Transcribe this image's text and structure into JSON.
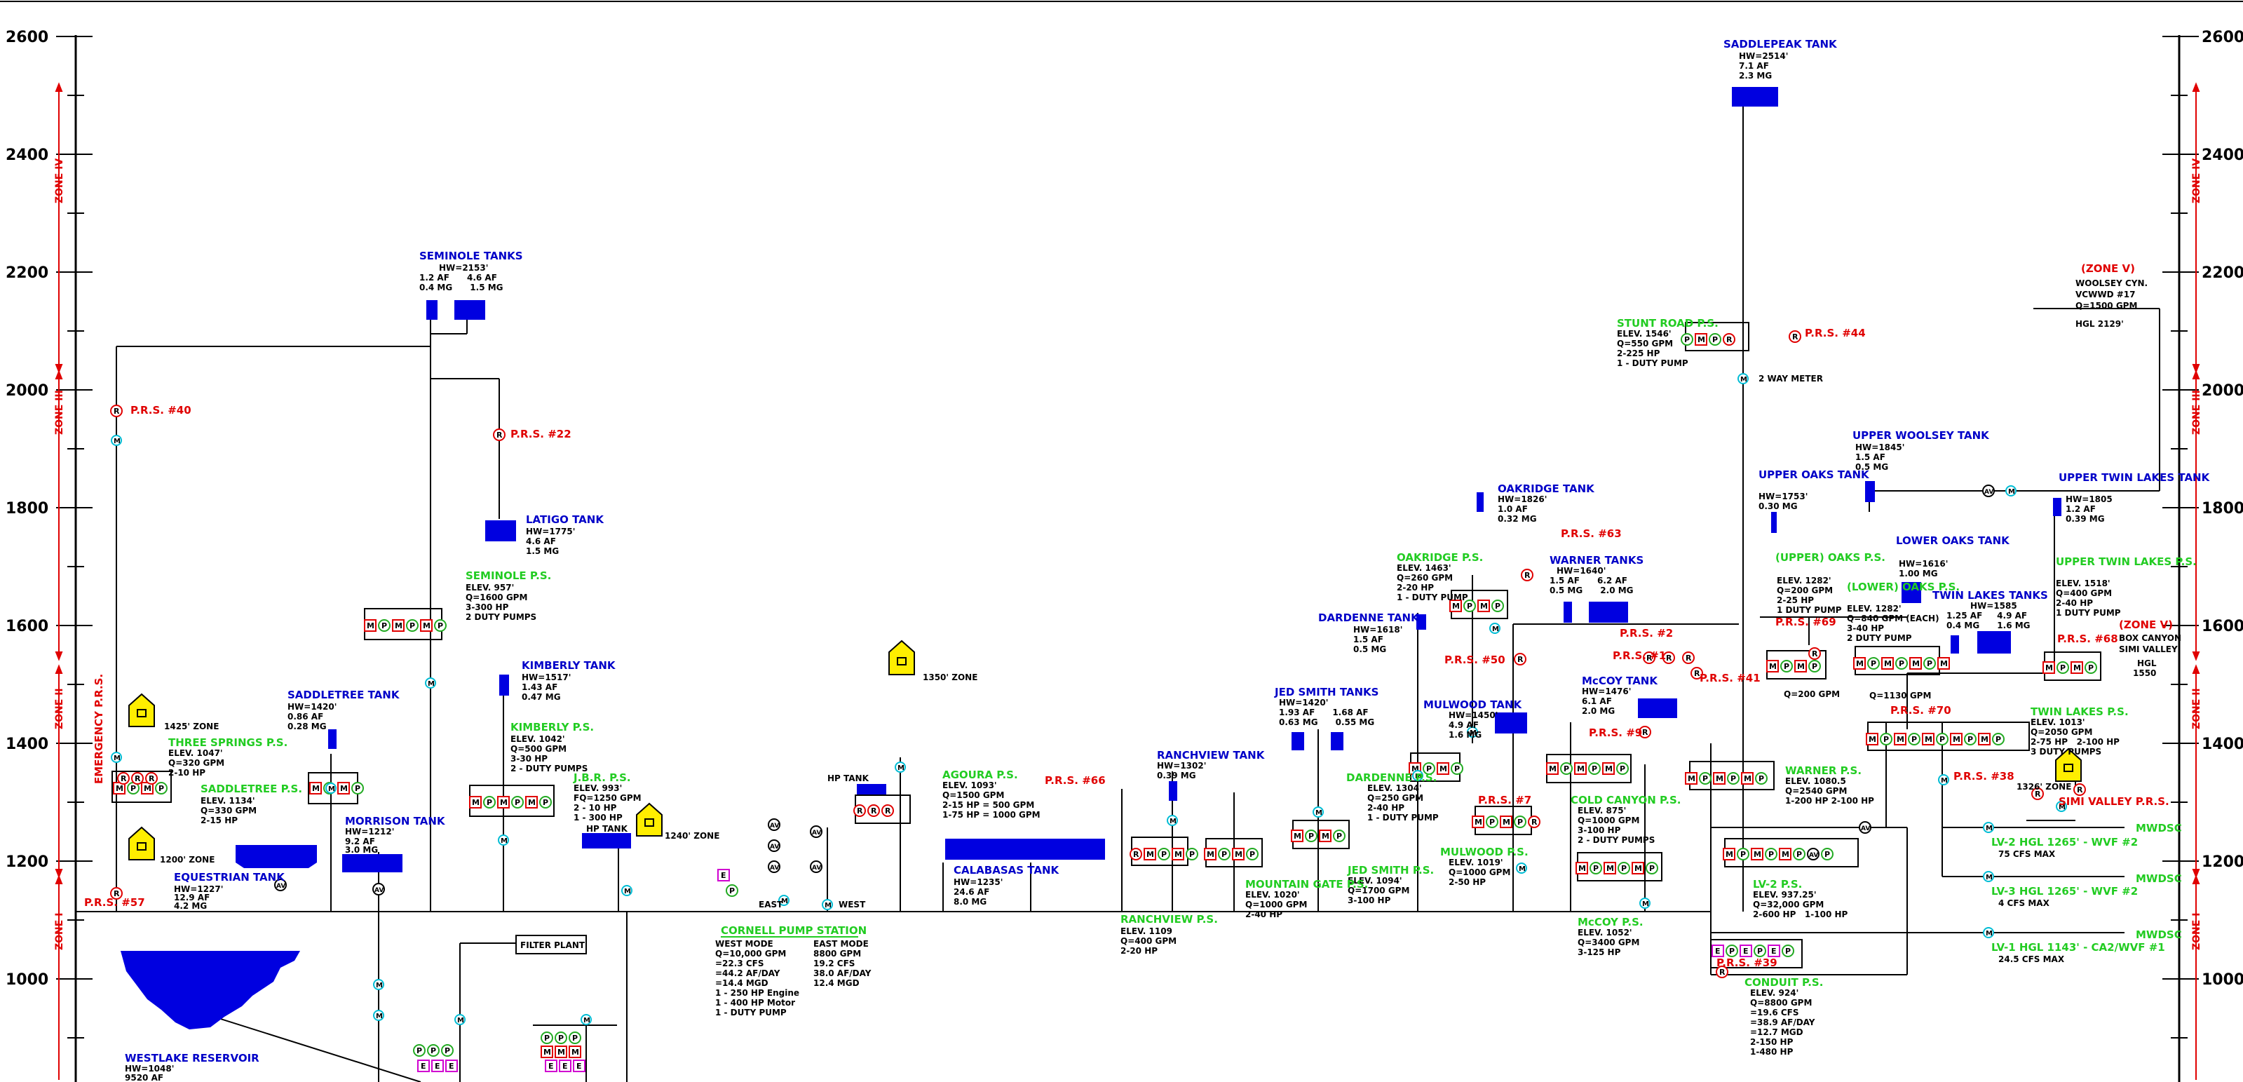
{
  "axis": {
    "elevations": [
      2600,
      2400,
      2200,
      2000,
      1800,
      1600,
      1400,
      1200,
      1000
    ],
    "zone_labels": [
      "ZONE IV",
      "ZONE III",
      "ZONE II",
      "ZONE I"
    ]
  },
  "tanks": {
    "saddlepeak": {
      "name": "SADDLEPEAK TANK",
      "l1": "HW=2514'",
      "l2": "7.1 AF",
      "l3": "2.3 MG"
    },
    "seminole": {
      "name": "SEMINOLE TANKS",
      "l1": "HW=2153'",
      "l2": "1.2 AF      4.6 AF",
      "l3": "0.4 MG      1.5 MG"
    },
    "latigo": {
      "name": "LATIGO TANK",
      "l1": "HW=1775'",
      "l2": "4.6 AF",
      "l3": "1.5 MG"
    },
    "kimberly": {
      "name": "KIMBERLY TANK",
      "l1": "HW=1517'",
      "l2": "1.43 AF",
      "l3": "0.47 MG"
    },
    "saddletree": {
      "name": "SADDLETREE TANK",
      "l1": "HW=1420'",
      "l2": "0.86 AF",
      "l3": "0.28 MG"
    },
    "morrison": {
      "name": "MORRISON TANK",
      "l1": "HW=1212'",
      "l2": "9.2 AF",
      "l3": "3.0 MG"
    },
    "equestrian": {
      "name": "EQUESTRIAN TANK",
      "l1": "HW=1227'",
      "l2": "12.9 AF",
      "l3": "4.2 MG"
    },
    "westlake": {
      "name": "WESTLAKE RESERVOIR",
      "l1": "HW=1048'",
      "l2": "9520 AF"
    },
    "ranchview": {
      "name": "RANCHVIEW TANK",
      "l1": "HW=1302'",
      "l2": "0.39 MG"
    },
    "calabasas": {
      "name": "CALABASAS TANK",
      "l1": "HW=1235'",
      "l2": "24.6 AF",
      "l3": "8.0 MG"
    },
    "jed_smith": {
      "name": "JED SMITH TANKS",
      "l1": "HW=1420'",
      "l2": "1.93 AF      1.68 AF",
      "l3": "0.63 MG      0.55 MG"
    },
    "dardenne": {
      "name": "DARDENNE TANK",
      "l1": "HW=1618'",
      "l2": "1.5 AF",
      "l3": "0.5 MG"
    },
    "oakridge": {
      "name": "OAKRIDGE TANK",
      "l1": "HW=1826'",
      "l2": "1.0 AF",
      "l3": "0.32 MG"
    },
    "warner": {
      "name": "WARNER TANKS",
      "l1": "HW=1640'",
      "l2": "1.5 AF      6.2 AF",
      "l3": "0.5 MG      2.0 MG"
    },
    "mulwood": {
      "name": "MULWOOD TANK",
      "l1": "HW=1450'",
      "l2": "4.9 AF",
      "l3": "1.6 MG"
    },
    "mccoy": {
      "name": "McCOY TANK",
      "l1": "HW=1476'",
      "l2": "6.1 AF",
      "l3": "2.0 MG"
    },
    "upper_oaks": {
      "name": "UPPER OAKS TANK",
      "l1": "HW=1753'",
      "l2": "0.30 MG"
    },
    "lower_oaks": {
      "name": "LOWER OAKS TANK",
      "l1": "HW=1616'",
      "l2": "1.00 MG"
    },
    "upper_woolsey": {
      "name": "UPPER WOOLSEY TANK",
      "l1": "HW=1845'",
      "l2": "1.5 AF",
      "l3": "0.5 MG"
    },
    "upper_twin_lakes": {
      "name": "UPPER TWIN LAKES TANK",
      "l1": "HW=1805",
      "l2": "1.2 AF",
      "l3": "0.39 MG"
    },
    "twin_lakes": {
      "name": "TWIN LAKES TANKS",
      "l1": "HW=1585",
      "l2": "1.25 AF     4.9 AF",
      "l3": "0.4 MG      1.6 MG"
    }
  },
  "pump_stations": {
    "stunt_road": {
      "name": "STUNT ROAD P.S.",
      "l1": "ELEV. 1546'",
      "l2": "Q=550 GPM",
      "l3": "2-225 HP",
      "l4": "1 - DUTY PUMP"
    },
    "seminole": {
      "name": "SEMINOLE P.S.",
      "l1": "ELEV. 957'",
      "l2": "Q=1600 GPM",
      "l3": "3-300 HP",
      "l4": "2 DUTY PUMPS"
    },
    "kimberly": {
      "name": "KIMBERLY P.S.",
      "l1": "ELEV. 1042'",
      "l2": "Q=500 GPM",
      "l3": "3-30 HP",
      "l4": "2 - DUTY PUMPS"
    },
    "three_springs": {
      "name": "THREE SPRINGS P.S.",
      "l1": "ELEV. 1047'",
      "l2": "Q=320 GPM",
      "l3": "2-10 HP"
    },
    "saddletree": {
      "name": "SADDLETREE P.S.",
      "l1": "ELEV. 1134'",
      "l2": "Q=330 GPM",
      "l3": "2-15 HP"
    },
    "jbr": {
      "name": "J.B.R. P.S.",
      "l1": "ELEV. 993'",
      "l2": "FQ=1250 GPM",
      "l3": "2 - 10 HP",
      "l4": "1 - 300 HP"
    },
    "agoura": {
      "name": "AGOURA P.S.",
      "l1": "ELEV. 1093'",
      "l2": "Q=1500 GPM",
      "l3": "2-15 HP = 500 GPM",
      "l4": "1-75 HP = 1000 GPM"
    },
    "ranchview": {
      "name": "RANCHVIEW P.S.",
      "l1": "ELEV. 1109",
      "l2": "Q=400 GPM",
      "l3": "2-20 HP"
    },
    "mountain_gate": {
      "name": "MOUNTAIN GATE P.S.",
      "l1": "ELEV. 1020'",
      "l2": "Q=1000 GPM",
      "l3": "2-40 HP"
    },
    "jed_smith": {
      "name": "JED SMITH P.S.",
      "l1": "ELEV. 1094'",
      "l2": "Q=1700 GPM",
      "l3": "3-100 HP"
    },
    "dardenne": {
      "name": "DARDENNE P.S.",
      "l1": "ELEV. 1304'",
      "l2": "Q=250 GPM",
      "l3": "2-40 HP",
      "l4": "1 - DUTY PUMP"
    },
    "oakridge": {
      "name": "OAKRIDGE P.S.",
      "l1": "ELEV. 1463'",
      "l2": "Q=260 GPM",
      "l3": "2-20 HP",
      "l4": "1 - DUTY PUMP"
    },
    "mulwood": {
      "name": "MULWOOD P.S.",
      "l1": "ELEV. 1019'",
      "l2": "Q=1000 GPM",
      "l3": "2-50 HP"
    },
    "cold_canyon": {
      "name": "COLD CANYON P.S.",
      "l1": "ELEV. 875'",
      "l2": "Q=1000 GPM",
      "l3": "3-100 HP",
      "l4": "2 - DUTY PUMPS"
    },
    "mccoy": {
      "name": "McCOY P.S.",
      "l1": "ELEV. 1052'",
      "l2": "Q=3400 GPM",
      "l3": "3-125 HP"
    },
    "upper_oaks": {
      "name": "(UPPER) OAKS P.S.",
      "l1": "ELEV. 1282'",
      "l2": "Q=200 GPM",
      "l3": "2-25 HP",
      "l4": "1 DUTY PUMP"
    },
    "lower_oaks": {
      "name": "(LOWER) OAKS P.S.",
      "l1": "ELEV. 1282'",
      "l2": "Q=840 GPM (EACH)",
      "l3": "3-40 HP",
      "l4": "2 DUTY PUMP"
    },
    "upper_twin_lakes": {
      "name": "UPPER TWIN LAKES P.S.",
      "l1": "ELEV. 1518'",
      "l2": "Q=400 GPM",
      "l3": "2-40 HP",
      "l4": "1 DUTY PUMP"
    },
    "twin_lakes": {
      "name": "TWIN LAKES P.S.",
      "l1": "ELEV. 1013'",
      "l2": "Q=2050 GPM",
      "l3": "2-75 HP   2-100 HP",
      "l4": "3 DUTY PUMPS"
    },
    "warner": {
      "name": "WARNER P.S.",
      "l1": "ELEV. 1080.5",
      "l2": "Q=2540 GPM",
      "l3": "1-200 HP   2-100 HP"
    },
    "lv2": {
      "name": "LV-2 P.S.",
      "l1": "ELEV. 937.25'",
      "l2": "Q=32,000 GPM",
      "l3": "2-600 HP   1-100 HP"
    },
    "conduit": {
      "name": "CONDUIT P.S.",
      "l1": "ELEV. 924'",
      "l2": "Q=8800 GPM",
      "l3": "=19.6 CFS",
      "l4": "=38.9 AF/DAY",
      "l5": "=12.7 MGD",
      "l6": "2-150 HP",
      "l7": "1-480 HP"
    },
    "cornell": {
      "name": "CORNELL PUMP STATION",
      "west_mode": "WEST MODE",
      "east_mode": "EAST MODE",
      "w1": "Q=10,000 GPM",
      "w2": "=22.3 CFS",
      "w3": "=44.2 AF/DAY",
      "w4": "=14.4 MGD",
      "e1": "8800 GPM",
      "e2": "19.2 CFS",
      "e3": "38.0 AF/DAY",
      "e4": "12.4 MGD",
      "x1": "1 - 250 HP Engine",
      "x2": "1 - 400 HP Motor",
      "x3": "1 - DUTY PUMP",
      "east": "EAST",
      "west": "WEST"
    }
  },
  "prs": {
    "p40": "P.R.S. #40",
    "p22": "P.R.S. #22",
    "p57": "P.R.S. #57",
    "emergency": "EMERGENCY P.R.S.",
    "p66": "P.R.S. #66",
    "p50": "P.R.S. #50",
    "p63": "P.R.S. #63",
    "p7": "P.R.S. #7",
    "p9": "P.R.S. #9",
    "p2": "P.R.S. #2",
    "p1": "P.R.S. #1",
    "p41": "P.R.S. #41",
    "p44": "P.R.S. #44",
    "p69": "P.R.S. #69",
    "p68": "P.R.S. #68",
    "p70": "P.R.S. #70",
    "p38": "P.R.S. #38",
    "p39": "P.R.S. #39",
    "simi": "SIMI VALLEY P.R.S."
  },
  "zones": {
    "z1425": "1425' ZONE",
    "z1200": "1200' ZONE",
    "z1240": "1240' ZONE",
    "z1350": "1350' ZONE",
    "z1326": "1326' ZONE",
    "hp_tank": "HP TANK",
    "hp_tank2": "HP TANK",
    "filter_plant": "FILTER PLANT",
    "meter2way": "2 WAY METER",
    "zone_v": "(ZONE V)",
    "box_canyon": "BOX CANYON",
    "simi_valley": "SIMI VALLEY",
    "hgl": "HGL",
    "hgl_val": "1550",
    "q200": "Q=200 GPM",
    "q1130": "Q=1130 GPM"
  },
  "woolsey": {
    "zone": "(ZONE V)",
    "l1": "WOOLSEY CYN.",
    "l2": "VCWWD #17",
    "l3": "Q=1500 GPM",
    "l4": "HGL 2129'"
  },
  "connections": {
    "lv2_title": "LV-2 HGL 1265' - WVF #2",
    "lv2_cfs": "75 CFS MAX",
    "lv3_title": "LV-3 HGL 1265' - WVF #2",
    "lv3_cfs": "4 CFS MAX",
    "lv1_title": "LV-1 HGL 1143' - CA2/WVF #1",
    "lv1_cfs": "24.5 CFS MAX",
    "mwdsc": "MWDSC"
  }
}
